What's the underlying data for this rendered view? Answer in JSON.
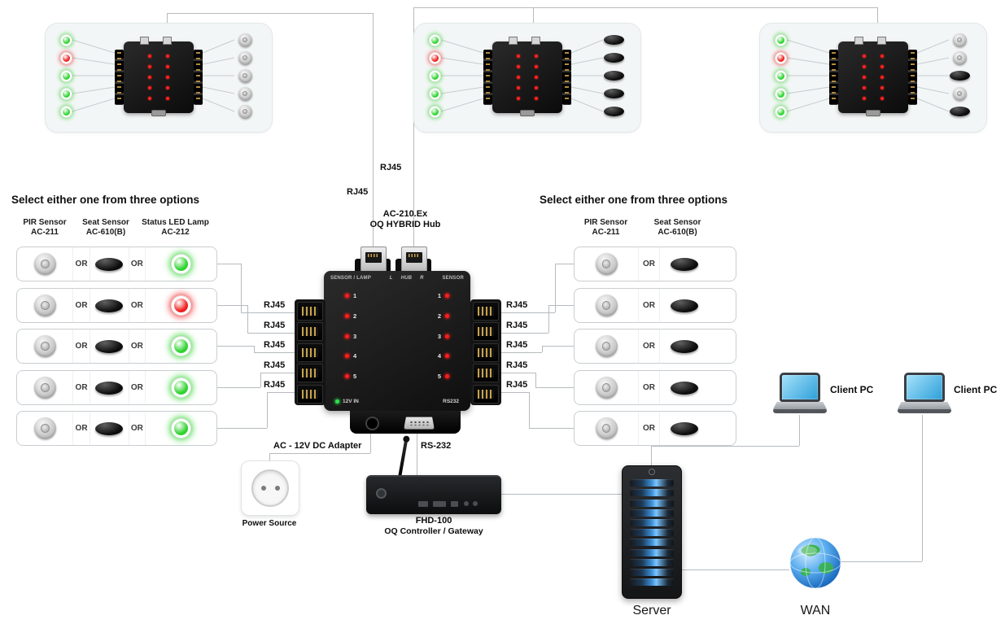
{
  "colors": {
    "led_green": "#2fd32f",
    "led_red": "#ef1f1f",
    "cable_gray": "#b6bbbf",
    "server_led_blue": "#7cc4ff"
  },
  "labels": {
    "or": "OR",
    "rj45": "RJ45"
  },
  "top_panels": [
    {
      "leds": [
        "#2fd32f",
        "#ef1f1f",
        "#2fd32f",
        "#2fd32f",
        "#2fd32f"
      ],
      "sensors": [
        "pir",
        "pir",
        "pir",
        "pir",
        "pir"
      ]
    },
    {
      "leds": [
        "#2fd32f",
        "#ef1f1f",
        "#2fd32f",
        "#2fd32f",
        "#2fd32f"
      ],
      "sensors": [
        "seat",
        "seat",
        "seat",
        "seat",
        "seat"
      ]
    },
    {
      "leds": [
        "#2fd32f",
        "#ef1f1f",
        "#2fd32f",
        "#2fd32f",
        "#2fd32f"
      ],
      "sensors": [
        "pir",
        "pir",
        "seat",
        "pir",
        "seat"
      ]
    }
  ],
  "left_options": {
    "title": "Select either one from three options",
    "columns": [
      {
        "line1": "PIR Sensor",
        "line2": "AC-211"
      },
      {
        "line1": "Seat Sensor",
        "line2": "AC-610(B)"
      },
      {
        "line1": "Status LED Lamp",
        "line2": "AC-212"
      }
    ],
    "rows": [
      {
        "lamp": "#2fd32f"
      },
      {
        "lamp": "#ef1f1f"
      },
      {
        "lamp": "#2fd32f"
      },
      {
        "lamp": "#2fd32f"
      },
      {
        "lamp": "#2fd32f"
      }
    ]
  },
  "right_options": {
    "title": "Select either one from three options",
    "columns": [
      {
        "line1": "PIR Sensor",
        "line2": "AC-211"
      },
      {
        "line1": "Seat Sensor",
        "line2": "AC-610(B)"
      }
    ]
  },
  "hub": {
    "model": "AC-210.Ex",
    "name": "OQ HYBRID Hub",
    "panel_left": "SENSOR / LAMP",
    "port_l": "L",
    "port_hub": "HUB",
    "port_r": "R",
    "panel_right": "SENSOR",
    "ports": [
      "1",
      "2",
      "3",
      "4",
      "5"
    ],
    "power": "12V IN",
    "serial": "RS232"
  },
  "bottom": {
    "adapter": "AC - 12V DC Adapter",
    "rs232": "RS-232",
    "power_source": "Power Source",
    "gateway_model": "FHD-100",
    "gateway_name": "OQ Controller / Gateway",
    "server": "Server",
    "wan": "WAN",
    "client_pc": "Client PC"
  }
}
